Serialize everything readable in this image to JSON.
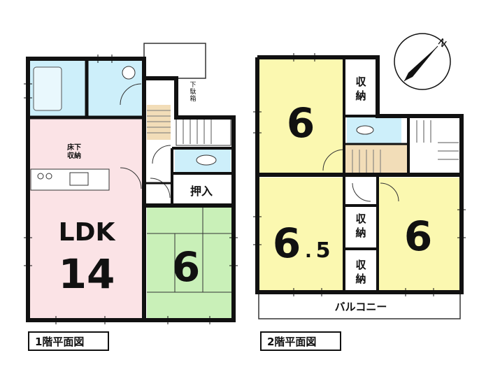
{
  "floor1": {
    "caption": "1階平面図",
    "ldk_label": "LDK",
    "ldk_size": "14",
    "underfloor_label_1": "床下",
    "underfloor_label_2": "収納",
    "japanese_room_size": "6",
    "oshiire_label": "押入",
    "shoebox_label_1": "下",
    "shoebox_label_2": "駄",
    "shoebox_label_3": "箱"
  },
  "floor2": {
    "caption": "2階平面図",
    "room_north_size": "6",
    "room_west_size_main": "6",
    "room_west_size_dot": ".",
    "room_west_size_decimal": "5",
    "room_east_size": "6",
    "storage_label_1": "収",
    "storage_label_2": "納",
    "balcony_label": "バルコニー"
  },
  "compass": {
    "north_label": "N"
  },
  "colors": {
    "wall": "#111111",
    "ldk_fill": "#fbe3e6",
    "wet_fill": "#cdeffa",
    "tatami_fill": "#c9f0b8",
    "bedroom_fill": "#fbf8b0",
    "stair_fill": "#f2ddb8"
  }
}
